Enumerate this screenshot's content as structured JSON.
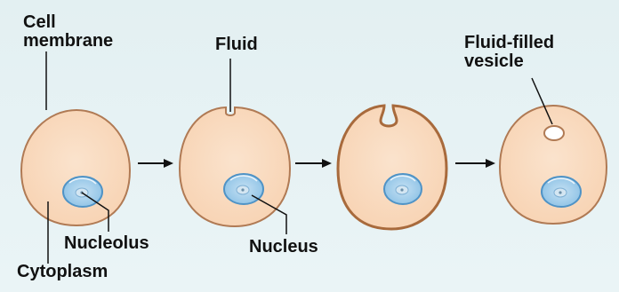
{
  "labels": {
    "cell_membrane": [
      "Cell",
      "membrane"
    ],
    "fluid": "Fluid",
    "fluid_filled_vesicle": [
      "Fluid-filled",
      "vesicle"
    ],
    "nucleolus": "Nucleolus",
    "cytoplasm": "Cytoplasm",
    "nucleus": "Nucleus"
  },
  "colors": {
    "background": "#e5f1f3",
    "cell_fill": "#f8d3b3",
    "cell_fill_center": "#fae3cd",
    "cell_outline": "#b07a54",
    "cell_outline_bold": "#a86a3c",
    "nucleus_fill": "#8fc3e6",
    "nucleus_outline": "#4f93c6",
    "nucleolus_fill": "#d4e6f2",
    "vesicle_fill": "#ffffff",
    "leader_line": "#111111",
    "arrow": "#111111"
  },
  "stages": [
    {
      "stage": 1,
      "membrane": "intact"
    },
    {
      "stage": 2,
      "membrane": "small invagination"
    },
    {
      "stage": 3,
      "membrane": "deep invagination"
    },
    {
      "stage": 4,
      "membrane": "intact",
      "vesicle": "internal"
    }
  ]
}
